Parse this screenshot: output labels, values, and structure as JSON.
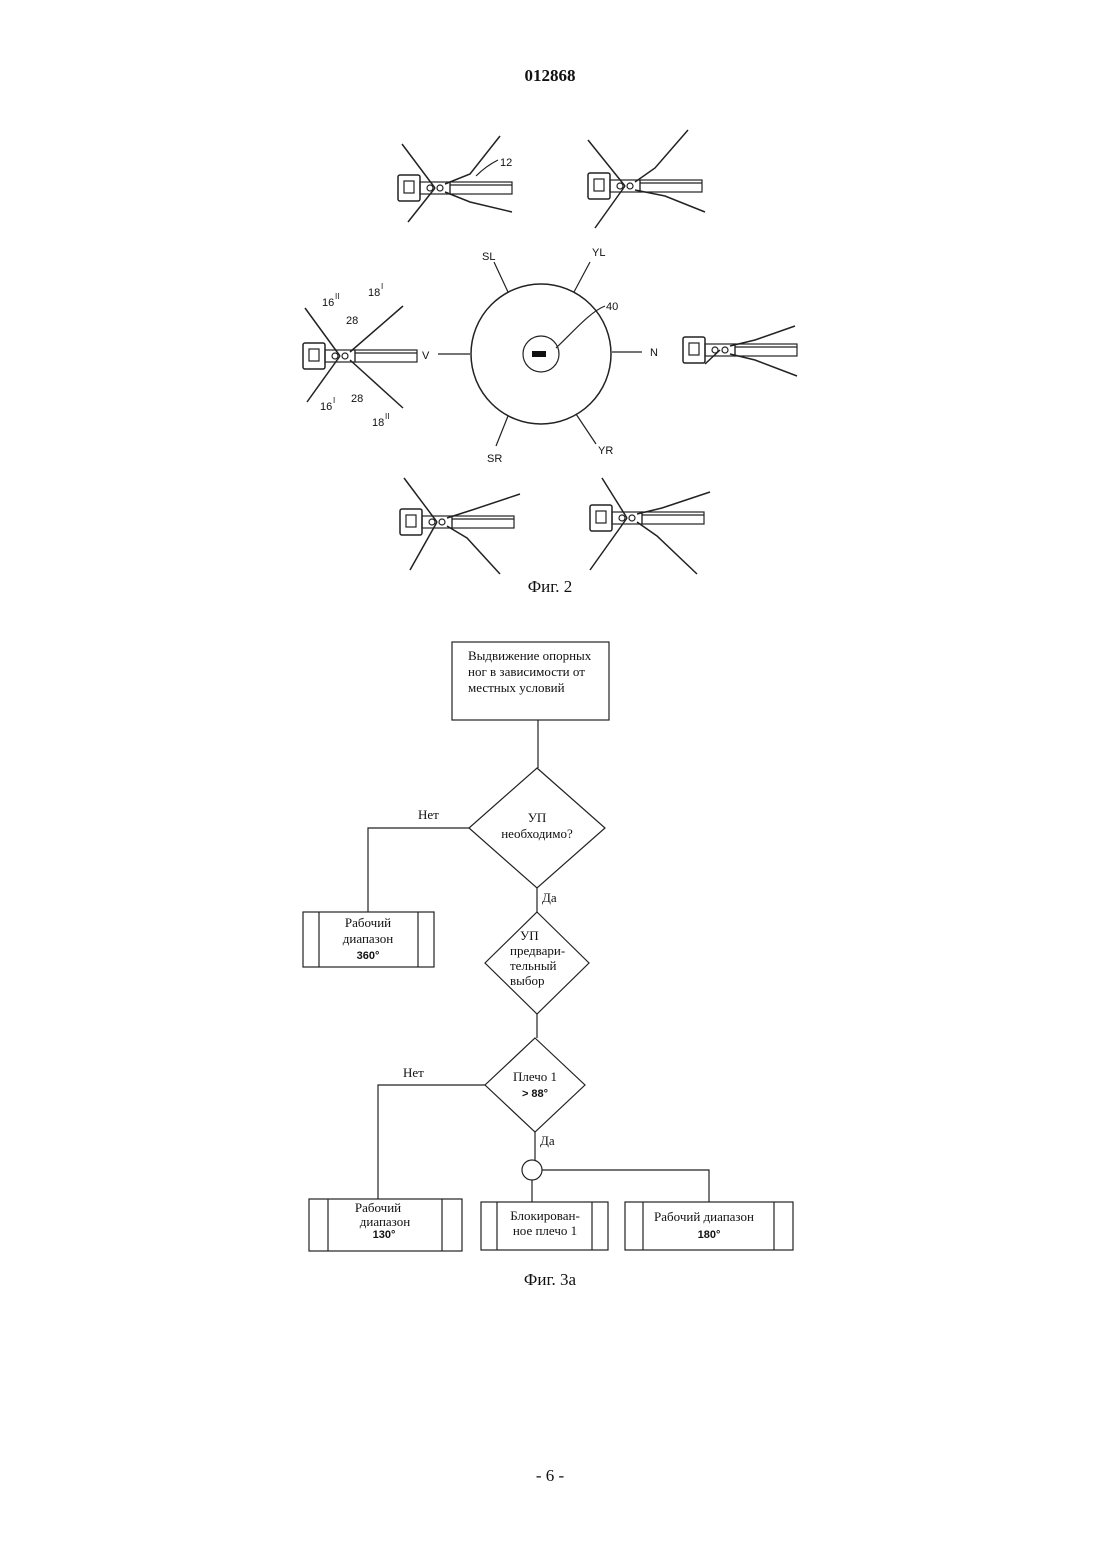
{
  "header": {
    "doc_number": "012868"
  },
  "figure2": {
    "caption": "Фиг. 2",
    "directions": {
      "sl": "SL",
      "yl": "YL",
      "v": "V",
      "n": "N",
      "sr": "SR",
      "yr": "YR"
    },
    "refs": {
      "r12": "12",
      "r40": "40",
      "r16ii": "16",
      "r16i": "16",
      "r18i": "18",
      "r18ii": "18",
      "r28a": "28",
      "r28b": "28",
      "sup_ii": "II",
      "sup_i": "I"
    }
  },
  "figure3a": {
    "caption": "Фиг. 3а",
    "start_box": [
      "Выдвижение опорных",
      "ног в зависимости от",
      "местных условий"
    ],
    "decision1": [
      "УП",
      "необходимо?"
    ],
    "decision1_no": "Нет",
    "decision1_yes": "Да",
    "range360": [
      "Рабочий",
      "диапазон",
      "360°"
    ],
    "decision2": [
      "УП",
      "предвари-",
      "тельный",
      "выбор"
    ],
    "decision3": [
      "Плечо 1",
      "> 88°"
    ],
    "decision3_no": "Нет",
    "decision3_yes": "Да",
    "range130": [
      "Рабочий",
      "диапазон",
      "130°"
    ],
    "blocked": [
      "Блокирован-",
      "ное плечо 1"
    ],
    "range180": [
      "Рабочий диапазон",
      "180°"
    ]
  },
  "footer": {
    "page": "- 6 -"
  }
}
